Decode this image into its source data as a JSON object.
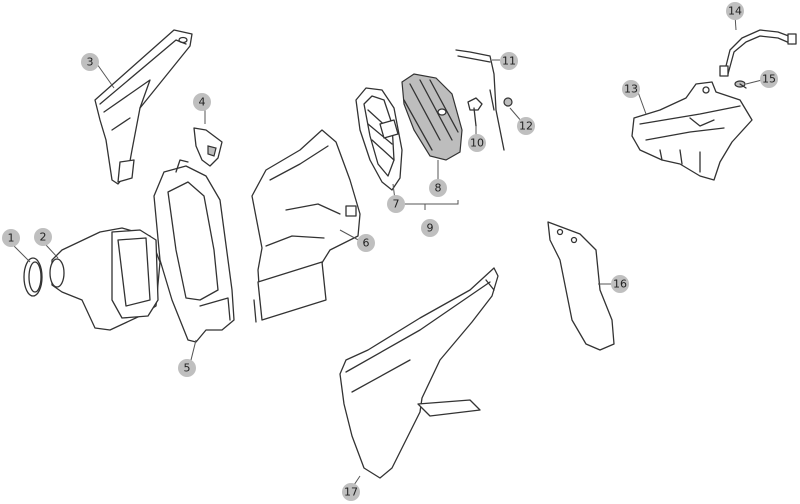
{
  "callouts": [
    {
      "id": "1",
      "label": "1"
    },
    {
      "id": "2",
      "label": "2"
    },
    {
      "id": "3",
      "label": "3"
    },
    {
      "id": "4",
      "label": "4"
    },
    {
      "id": "5",
      "label": "5"
    },
    {
      "id": "6",
      "label": "6"
    },
    {
      "id": "7",
      "label": "7"
    },
    {
      "id": "8",
      "label": "8"
    },
    {
      "id": "9",
      "label": "9"
    },
    {
      "id": "10",
      "label": "10"
    },
    {
      "id": "11",
      "label": "11"
    },
    {
      "id": "12",
      "label": "12"
    },
    {
      "id": "13",
      "label": "13"
    },
    {
      "id": "14",
      "label": "14"
    },
    {
      "id": "15",
      "label": "15"
    },
    {
      "id": "16",
      "label": "16"
    },
    {
      "id": "17",
      "label": "17"
    }
  ],
  "colors": {
    "line": "#333333",
    "bubble": "#bfbfbf",
    "text": "#222222",
    "background": "#ffffff"
  }
}
